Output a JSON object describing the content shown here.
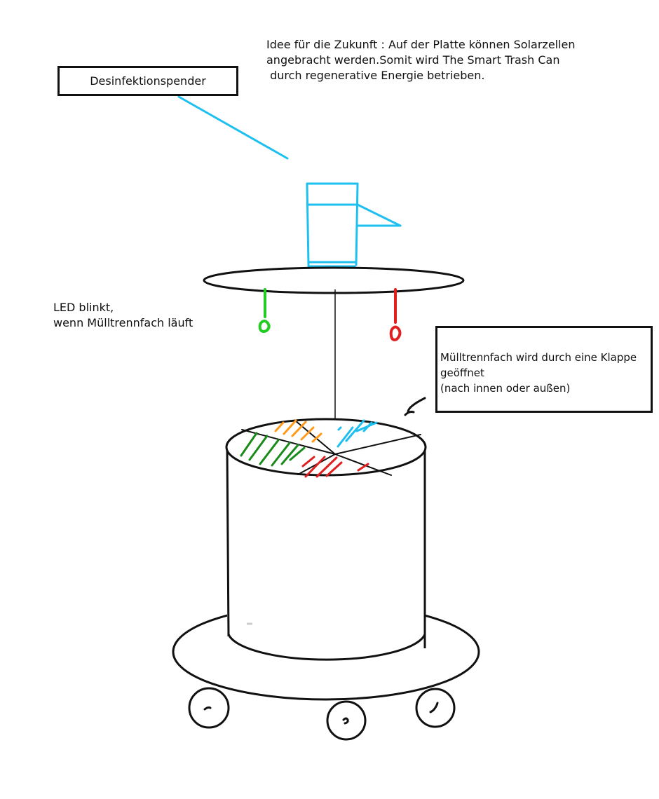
{
  "annotations": {
    "future_idea": "Idee für die Zukunft : Auf der Platte können Solarzellen\nangebracht werden.Somit wird The Smart Trash Can\n durch regenerative Energie betrieben.",
    "dispenser_label": "Desinfektionspender",
    "led_note": "LED blinkt,\nwenn Mülltrennfach läuft",
    "flap_note": {
      "line1": "Mülltrennfach wird durch eine Klappe",
      "line2": "geöffnet",
      "line3": "(nach innen oder außen)"
    }
  },
  "colors": {
    "outline": "#111111",
    "dispenser": "#1ec0f0",
    "led_green": "#22cc22",
    "led_red": "#e02020",
    "waste_orange": "#ff9a1a",
    "waste_green": "#1a8a1a",
    "waste_red": "#e02020",
    "waste_blue": "#1ec0f0"
  }
}
